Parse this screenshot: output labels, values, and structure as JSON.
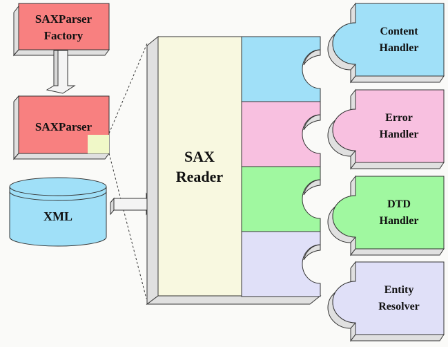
{
  "diagram": {
    "factory": {
      "line1": "SAXParser",
      "line2": "Factory"
    },
    "parser": {
      "label": "SAXParser"
    },
    "xml": {
      "label": "XML"
    },
    "reader": {
      "line1": "SAX",
      "line2": "Reader"
    },
    "handlers": [
      {
        "line1": "Content",
        "line2": "Handler",
        "color": "#a0e0f8"
      },
      {
        "line1": "Error",
        "line2": "Handler",
        "color": "#f8c0e0"
      },
      {
        "line1": "DTD",
        "line2": "Handler",
        "color": "#a0f8a0"
      },
      {
        "line1": "Entity",
        "line2": "Resolver",
        "color": "#e0e0f8"
      }
    ],
    "colors": {
      "parser_box": "#f88080",
      "reader_panel": "#f8f8e0",
      "xml_cylinder": "#a0e0f8",
      "parser_corner": "#f0f8c8",
      "bevel": "#e0e0e0"
    }
  }
}
